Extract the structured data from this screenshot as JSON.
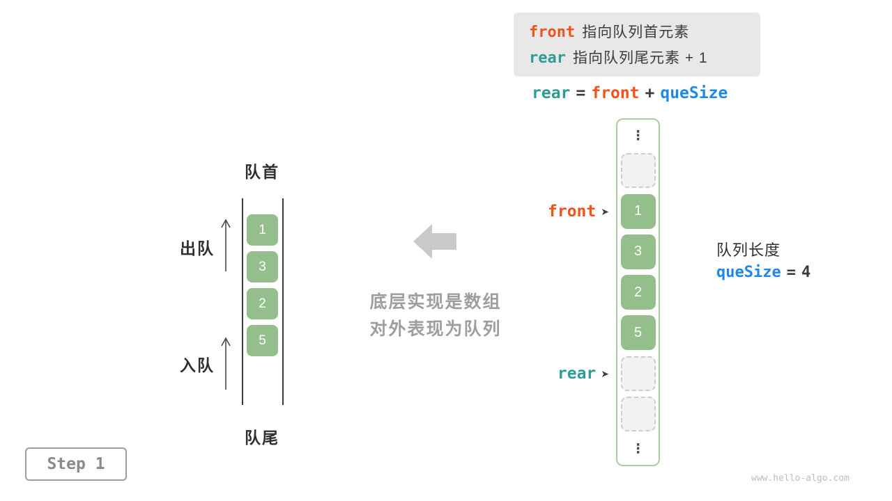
{
  "info_box": {
    "line1_keyword": "front",
    "line1_text": "指向队列首元素",
    "line2_keyword": "rear",
    "line2_text": "指向队列尾元素 + 1"
  },
  "formula": {
    "lhs": "rear",
    "eq": "=",
    "op1": "front",
    "plus": "+",
    "op2": "queSize"
  },
  "left_queue": {
    "top_label": "队首",
    "bottom_label": "队尾",
    "dequeue_label": "出队",
    "enqueue_label": "入队",
    "cells": [
      "1",
      "3",
      "2",
      "5"
    ]
  },
  "middle": {
    "caption_line1": "底层实现是数组",
    "caption_line2": "对外表现为队列"
  },
  "array_column": {
    "ellipsis": "⋮",
    "cells": [
      "1",
      "3",
      "2",
      "5"
    ],
    "front_pointer": {
      "label": "front",
      "arrow": "➤"
    },
    "rear_pointer": {
      "label": "rear",
      "arrow": "➤"
    }
  },
  "queue_length": {
    "label": "队列长度",
    "variable": "queSize",
    "eq": "=",
    "value": "4"
  },
  "step_badge": "Step 1",
  "watermark": "www.hello-algo.com",
  "colors": {
    "front_orange": "#F0531C",
    "rear_teal": "#2E9C94",
    "quesize_blue": "#1E88E5",
    "cell_green": "#94BE8C",
    "arrow_gray": "#C9C9C9"
  }
}
